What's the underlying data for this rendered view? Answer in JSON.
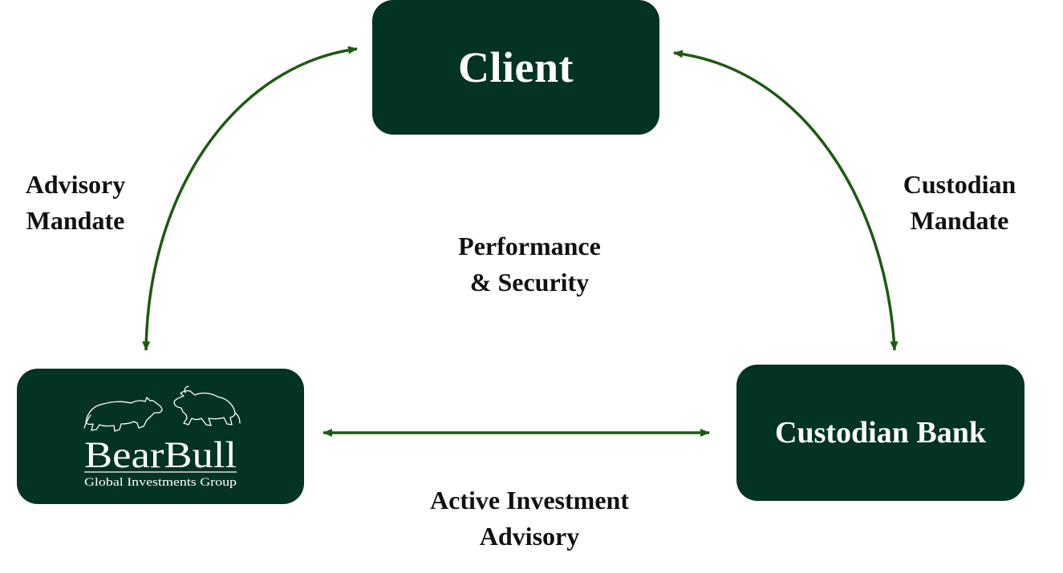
{
  "colors": {
    "node_fill": "#023323",
    "arrow": "#1d5a12",
    "label_text": "#111111",
    "node_text": "#ffffff"
  },
  "nodes": {
    "client": {
      "label": "Client"
    },
    "custodian_bank": {
      "label": "Custodian Bank"
    },
    "bearbull": {
      "logo_icon": "bear-and-bull-icon",
      "brand": "BearBull",
      "tagline": "Global Investments Group"
    }
  },
  "edges": {
    "advisory_mandate": {
      "line1": "Advisory",
      "line2": "Mandate"
    },
    "custodian_mandate": {
      "line1": "Custodian",
      "line2": "Mandate"
    },
    "active_investment_advisory": {
      "line1": "Active Investment",
      "line2": "Advisory"
    }
  },
  "center_label": {
    "line1": "Performance",
    "line2": "& Security"
  }
}
